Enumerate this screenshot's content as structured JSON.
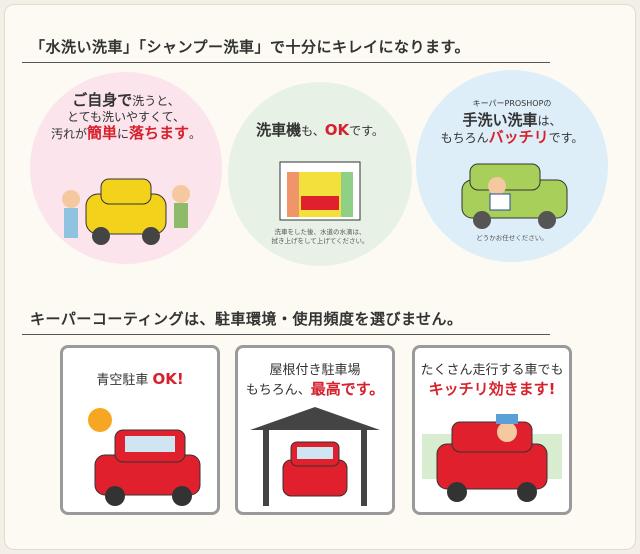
{
  "heading1": "「水洗い洗車」「シャンプー洗車」で十分にキレイになります。",
  "circles": [
    {
      "line1_bold": "ご自身で",
      "line1": "洗うと、",
      "line2": "とても洗いやすくて、",
      "line3a": "汚れが",
      "line3_red1": "簡単",
      "line3b": "に",
      "line3_red2": "落ちます",
      "line3c": "。"
    },
    {
      "bold": "洗車機",
      "mid": "も、",
      "red": "OK",
      "end": "です。",
      "note1": "洗車をした後、水道の水滴は、",
      "note2": "拭き上げをして上げてください。"
    },
    {
      "small": "キーパーPROSHOPの",
      "bold": "手洗い洗車",
      "bold_end": "は、",
      "line3a": "もちろん",
      "red": "バッチリ",
      "line3b": "です。",
      "note": "どうかお任せください。"
    }
  ],
  "heading2": "キーパーコーティングは、駐車環境・使用頻度を選びません。",
  "boxes": [
    {
      "text": "青空駐車",
      "red": "OK!"
    },
    {
      "line1": "屋根付き駐車場",
      "line2a": "もちろん、",
      "red": "最高です。"
    },
    {
      "line1": "たくさん走行する車でも",
      "red": "キッチリ効きます!"
    }
  ],
  "colors": {
    "accent": "#d6202c",
    "circle1": "#fbe4ec",
    "circle2": "#e8f1e6",
    "circle3": "#ddeef9"
  }
}
